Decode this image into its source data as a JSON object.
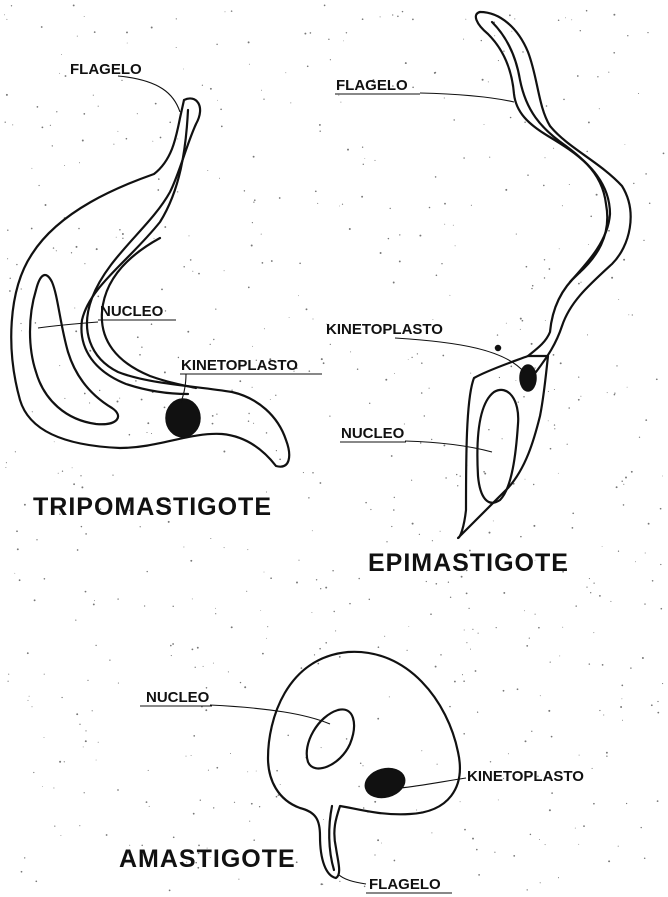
{
  "forms": {
    "tripomastigote": {
      "title": "TRIPOMASTIGOTE",
      "flagelo": "FLAGELO",
      "nucleo": "NUCLEO",
      "kinetoplasto": "KINETOPLASTO"
    },
    "epimastigote": {
      "title": "EPIMASTIGOTE",
      "flagelo": "FLAGELO",
      "kinetoplasto": "KINETOPLASTO",
      "nucleo": "NUCLEO"
    },
    "amastigote": {
      "title": "AMASTIGOTE",
      "nucleo": "NUCLEO",
      "kinetoplasto": "KINETOPLASTO",
      "flagelo": "FLAGELO"
    }
  }
}
